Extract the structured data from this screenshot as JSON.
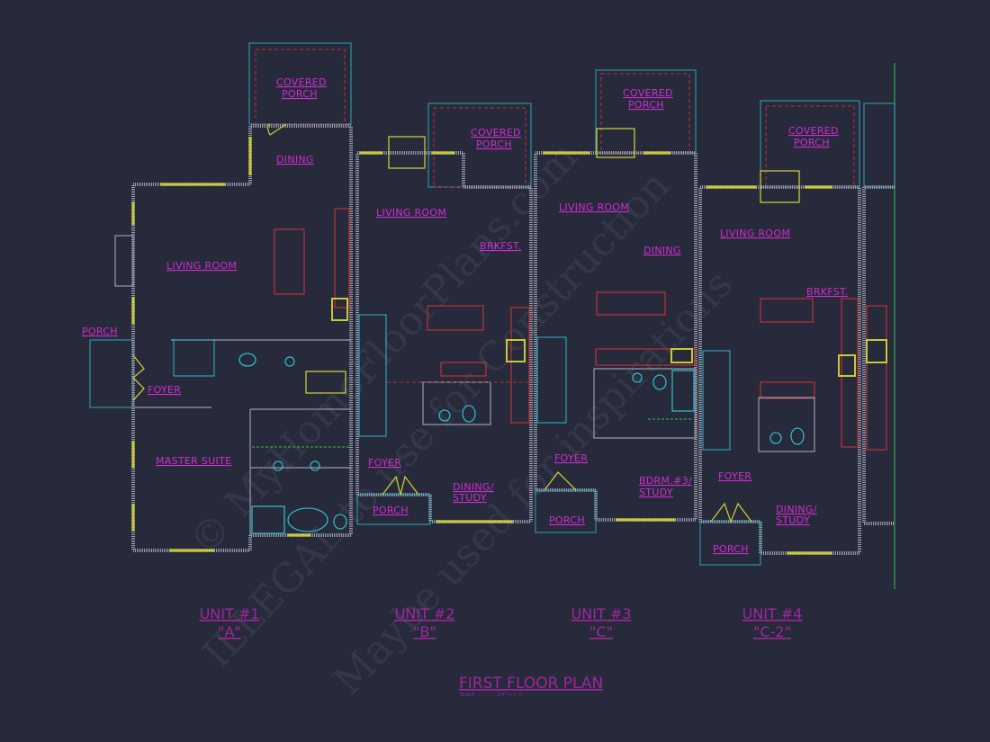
{
  "drawing": {
    "title": "FIRST FLOOR PLAN",
    "scale": "SCALE: ..............1/4\" = 1'-0\"",
    "watermark": [
      "© MyHomeFloorPlans.com",
      "ILLEGAL to use for Construction",
      "Maybe used for inspirations"
    ],
    "colors": {
      "background": "#262a3b",
      "labels": "#d22bd0",
      "walls": "#9a9aa8",
      "windows": "#c9c836",
      "porch": "#2fa6b5",
      "cabinets": "#c0303a",
      "fixtures": "#2fb8c8"
    }
  },
  "units": [
    {
      "name": "UNIT #1",
      "type": "\"A\"",
      "rooms": [
        "COVERED PORCH",
        "DINING",
        "LIVING ROOM",
        "PORCH",
        "FOYER",
        "MASTER SUITE"
      ]
    },
    {
      "name": "UNIT #2",
      "type": "\"B\"",
      "rooms": [
        "COVERED PORCH",
        "LIVING ROOM",
        "BRKFST.",
        "FOYER",
        "PORCH",
        "DINING/",
        "STUDY"
      ]
    },
    {
      "name": "UNIT #3",
      "type": "\"C\"",
      "rooms": [
        "COVERED PORCH",
        "LIVING ROOM",
        "DINING",
        "FOYER",
        "PORCH",
        "BDRM.#3/",
        "STUDY"
      ]
    },
    {
      "name": "UNIT #4",
      "type": "\"C-2\"",
      "rooms": [
        "COVERED PORCH",
        "LIVING ROOM",
        "BRKFST.",
        "FOYER",
        "PORCH",
        "DINING/",
        "STUDY"
      ]
    }
  ]
}
